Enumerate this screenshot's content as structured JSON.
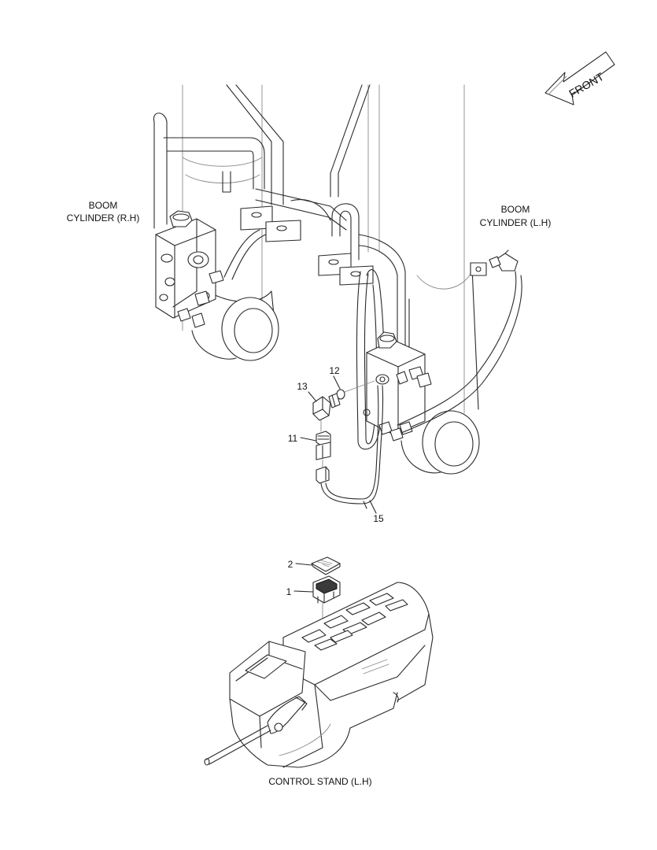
{
  "labels": {
    "boom_rh_line1": "BOOM",
    "boom_rh_line2": "CYLINDER (R.H)",
    "boom_lh_line1": "BOOM",
    "boom_lh_line2": "CYLINDER (L.H)",
    "control_stand": "CONTROL STAND (L.H)",
    "front": "FRONT"
  },
  "callouts": {
    "c1": "1",
    "c2": "2",
    "c11": "11",
    "c12": "12",
    "c13": "13",
    "c15": "15"
  }
}
